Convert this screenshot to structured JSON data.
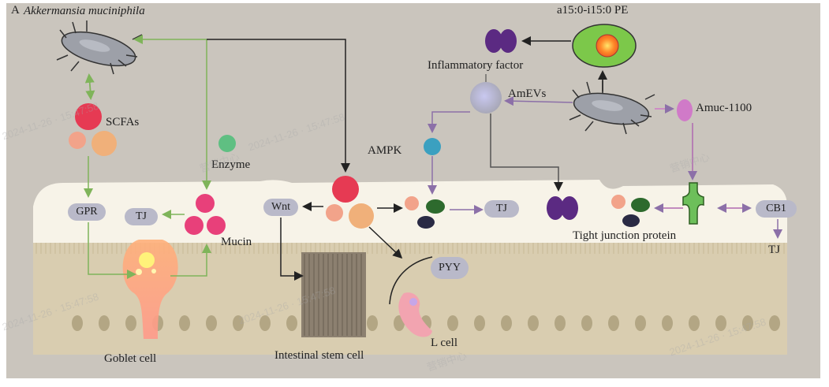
{
  "panel_letter": "A",
  "title_species": "Akkermansia muciniphila",
  "labels": {
    "scfas": "SCFAs",
    "enzyme": "Enzyme",
    "gpr": "GPR",
    "tj_left": "TJ",
    "mucin": "Mucin",
    "wnt": "Wnt",
    "goblet_cell": "Goblet cell",
    "intestinal_stem_cell": "Intestinal stem cell",
    "pyy": "PYY",
    "l_cell": "L cell",
    "ampk": "AMPK",
    "amevs": "AmEVs",
    "inflammatory_factor": "Inflammatory factor",
    "pe": "a15:0-i15:0 PE",
    "amuc": "Amuc-1100",
    "tj_middle": "TJ",
    "tight_junction_protein": "Tight junction protein",
    "cb1": "CB1",
    "tj_right": "TJ"
  },
  "watermarks": [
    "2024-11-26 · 15:47:58",
    "营销中心",
    "2024-11-26 · 15:47:58",
    "营销中心",
    "2024-11-26 · 15:47:58",
    "2024-11-26 · 15:47:58",
    "营销中心",
    "2024-11-26 · 15:47:58"
  ],
  "colors": {
    "background": "#cac5bd",
    "mucus_layer": "#f7f3e8",
    "epithelium": "#d9cdb0",
    "nucleus": "#b3a684",
    "green_arrow": "#7fb45a",
    "purple_arrow": "#8c70a8",
    "dark_arrow": "#222222",
    "scfa_red": "#e63a53",
    "scfa_peach": "#f2a38a",
    "scfa_orange": "#f0b07a",
    "mucin_pink": "#e8407a",
    "enzyme_green": "#5fbf82",
    "ampk_blue": "#3ba0c0",
    "inflammatory_purple": "#5b2a82",
    "amuc_pink": "#d07ac8"
  }
}
